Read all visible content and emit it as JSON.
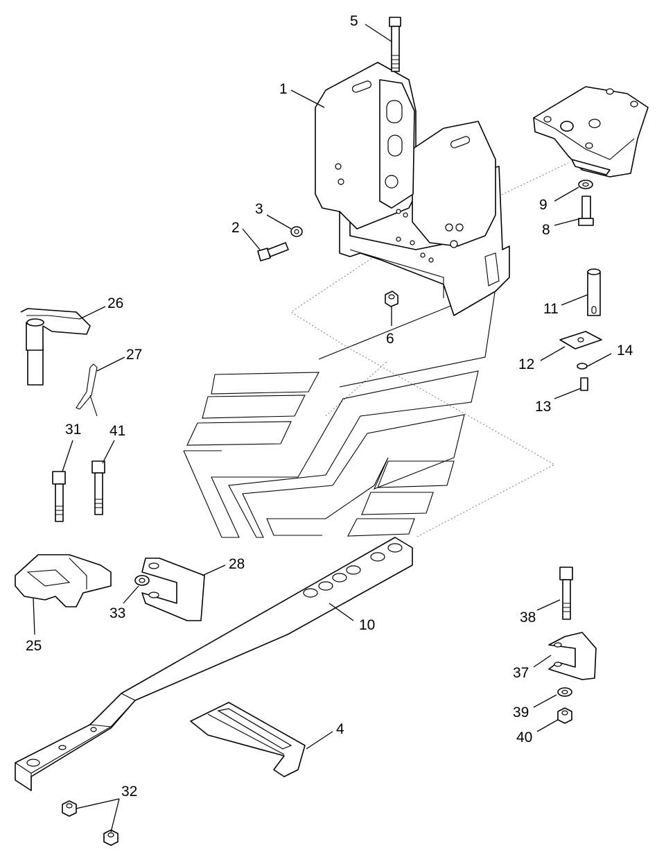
{
  "callouts": [
    {
      "id": "c1",
      "label": "1"
    },
    {
      "id": "c2",
      "label": "2"
    },
    {
      "id": "c3",
      "label": "3"
    },
    {
      "id": "c4",
      "label": "4"
    },
    {
      "id": "c5",
      "label": "5"
    },
    {
      "id": "c6",
      "label": "6"
    },
    {
      "id": "c8",
      "label": "8"
    },
    {
      "id": "c9",
      "label": "9"
    },
    {
      "id": "c10",
      "label": "10"
    },
    {
      "id": "c11",
      "label": "11"
    },
    {
      "id": "c12",
      "label": "12"
    },
    {
      "id": "c13",
      "label": "13"
    },
    {
      "id": "c14",
      "label": "14"
    },
    {
      "id": "c25",
      "label": "25"
    },
    {
      "id": "c26",
      "label": "26"
    },
    {
      "id": "c27",
      "label": "27"
    },
    {
      "id": "c28",
      "label": "28"
    },
    {
      "id": "c31",
      "label": "31"
    },
    {
      "id": "c32",
      "label": "32"
    },
    {
      "id": "c33",
      "label": "33"
    },
    {
      "id": "c37",
      "label": "37"
    },
    {
      "id": "c38",
      "label": "38"
    },
    {
      "id": "c39",
      "label": "39"
    },
    {
      "id": "c40",
      "label": "40"
    },
    {
      "id": "c41",
      "label": "41"
    }
  ]
}
